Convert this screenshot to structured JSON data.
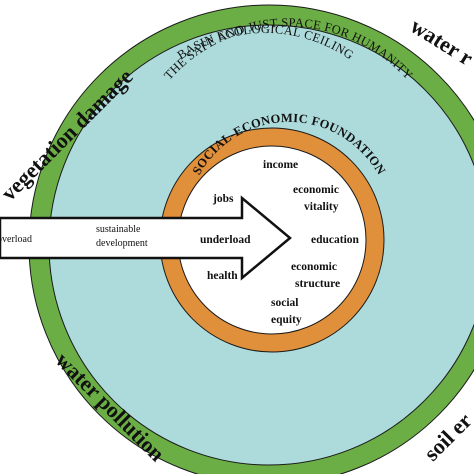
{
  "outer_labels": {
    "vegetation_damage": "vegetation damage",
    "water_top_right": "water r",
    "water_pollution": "water pollution",
    "soil_erosion": "soil er"
  },
  "rings": {
    "basin_ceiling": "BASIN ECOLOGICAL CEILING",
    "safe_just_space": "THE SAFE AND JUST SPACE FOR HUMANITY",
    "social_foundation": "SOCIAL-ECONOMIC FOUNDATION"
  },
  "arrow": {
    "overload": "overload",
    "sustainable_line1": "sustainable",
    "sustainable_line2": "development",
    "underload": "underload"
  },
  "core_items": {
    "income": "income",
    "jobs": "jobs",
    "economic_vitality_line1": "economic",
    "economic_vitality_line2": "vitality",
    "education": "education",
    "health": "health",
    "economic_structure_line1": "economic",
    "economic_structure_line2": "structure",
    "social_equity_line1": "social",
    "social_equity_line2": "equity"
  },
  "colors": {
    "green_ring": "#6BAE45",
    "light_blue": "#ADDBDC",
    "orange_ring": "#E08F3A",
    "center": "#FFFFFF"
  }
}
